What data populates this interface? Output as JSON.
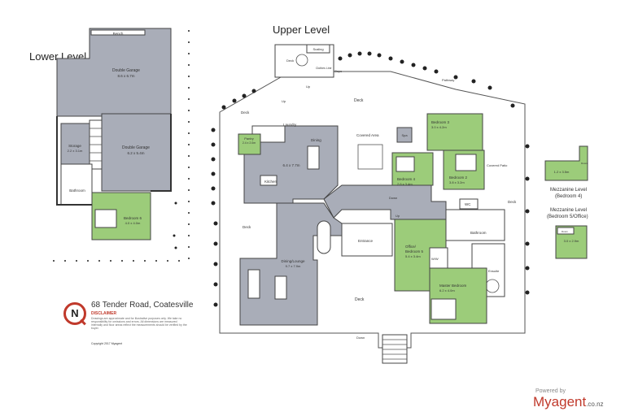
{
  "levels": {
    "lower": "Lower Level",
    "upper": "Upper Level",
    "mezz1": "Mezzanine Level\n(Bedroom 4)",
    "mezz1_line1": "Mezzanine Level",
    "mezz1_line2": "(Bedroom 4)",
    "mezz2_line1": "Mezzanine Level",
    "mezz2_line2": "(Bedroom 5/Office)"
  },
  "lower_rooms": {
    "bench": "Bench",
    "double_garage_1": "Double Garage",
    "double_garage_1_dim": "8.6 x 6.7m",
    "double_garage_2": "Double Garage",
    "double_garage_2_dim": "6.2 x 5.4m",
    "storage": "Storage",
    "storage_dim": "2.2 x 3.1m",
    "bathroom": "Bathroom",
    "bedroom6": "Bedroom 6",
    "bedroom6_dim": "4.0 x 4.0m"
  },
  "upper_rooms": {
    "scaling": "Scaling",
    "deck_top": "Deck",
    "clothes_line": "Clothes Line",
    "steps_label": "Steps",
    "pathway": "Pathway",
    "deck_main": "Deck",
    "deck_left": "Deck",
    "deck_side": "Deck",
    "deck_right": "Deck",
    "deck_bottom": "Deck",
    "laundry": "Laundry",
    "pantry": "Pantry",
    "pantry_dim": "2.4 x 2.0m",
    "dining": "Dining",
    "kitchen_dim": "6.4 x 7.7m",
    "kitchen": "Kitchen",
    "covered_area": "Covered Area",
    "spa": "Spa",
    "bedroom3": "Bedroom 3",
    "bedroom3_dim": "3.0 x 4.2m",
    "bedroom2": "Bedroom 2",
    "bedroom2_dim": "3.8 x 3.2m",
    "bedroom4": "Bedroom 4",
    "bedroom4_dim": "2.6 x 3.4m",
    "covered_patio": "Covered Patio",
    "wc": "WC",
    "down": "Down",
    "bathroom": "Bathroom",
    "dining_lounge": "Dining/Lounge",
    "dining_lounge_dim": "9.7 x 7.9m",
    "entrance": "Entrance",
    "office": "Office/\nBedroom 5",
    "office_line1": "Office/",
    "office_line2": "Bedroom 5",
    "office_dim": "5.4 x 3.4m",
    "wiw": "W/W",
    "ensuite": "Ensuite",
    "master": "Master Bedroom",
    "master_dim": "6.2 x 4.0m",
    "down_bottom": "Down",
    "up1": "Up",
    "up2": "Up",
    "up3": "Up"
  },
  "mezz_rooms": {
    "m1_dim": "1.2 x 3.5m",
    "m1_down": "Down",
    "m2_dim": "3.0 x 2.9m",
    "m2_down": "Down"
  },
  "address": {
    "number": "68",
    "street": " Tender Road, Coatesville"
  },
  "compass_letter": "N",
  "disclaimer_title": "DISCLAIMER",
  "disclaimer_body": "Drawings are approximate and for illustrative purposes only. We take no responsibility for omissions and errors. All dimensions are measured internally and floor areas reflect the measurements should be verified by the buyer.",
  "copyright": "Copyright 2017   Myagent",
  "powered_by": "Powered by",
  "brand_name": "Myagent",
  "brand_suffix": ".co.nz",
  "colors": {
    "room_grey": "#a9adb8",
    "room_green": "#9ccc7a",
    "brand_red": "#c0392b"
  }
}
